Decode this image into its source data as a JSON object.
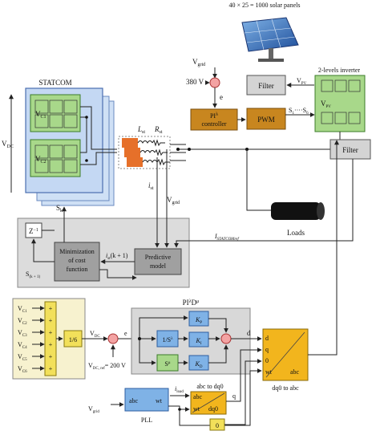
{
  "solar": {
    "caption": "40 × 25 = 1000 solar panels"
  },
  "statcom": {
    "title": "STATCOM",
    "vdc": "V",
    "vdc_sub": "DC",
    "vc1": "V",
    "vc1_sub": "C1",
    "vc2": "V",
    "vc2_sub": "C2"
  },
  "filter_line": {
    "lst": "L",
    "lst_sub": "st",
    "rst": "R",
    "rst_sub": "st",
    "ist": "i",
    "ist_sub": "st",
    "vgrid": "V",
    "vgrid_sub": "grid"
  },
  "grid_ctrl": {
    "vgrid": "V",
    "vgrid_sub": "grid",
    "v380": "380 V",
    "e": "e",
    "pi_line1": "PI",
    "pi_sup": "λ",
    "pi_line2": "controller",
    "pwm": "PWM",
    "s_label": "S",
    "s_range": "1",
    "s_dots": "····S",
    "s_end": "6"
  },
  "inverter": {
    "title": "2-levels inverter",
    "filter_top": "Filter",
    "filter_bottom": "Filter",
    "vpv": "V",
    "vpv_sub": "PV",
    "vpv_inner": "V",
    "vpv_inner_sub": "PV"
  },
  "loads": {
    "label": "Loads"
  },
  "mpc": {
    "z_inv": "Z",
    "z_sup": "−1",
    "sk": "S",
    "sk_sub": "k",
    "sk1": "S",
    "sk1_sub": "(k + 1)",
    "min_line1": "Minimization",
    "min_line2": "of cost",
    "min_line3": "function",
    "ist_pred": "i",
    "ist_pred_sub": "st",
    "ist_pred_tail": "(k + 1)",
    "pred_line1": "Predictive",
    "pred_line2": "model",
    "iref": "I",
    "iref_sub": "STATCOMref"
  },
  "dc_ctrl": {
    "vcs": [
      "C1",
      "C2",
      "C3",
      "C4",
      "C5",
      "C6"
    ],
    "v_prefix": "V",
    "plus": "+",
    "gain": "1/6",
    "vdc": "V",
    "vdc_sub": "DC",
    "e": "e",
    "vref": "V",
    "vref_sub": "DC, ref",
    "vref_val": "= 200 V",
    "piad_title": "PI",
    "piad_sup1": "λ",
    "piad_mid": "D",
    "piad_sup2": "μ",
    "kp": "K",
    "kp_sub": "P",
    "ki": "K",
    "ki_sub": "I",
    "kd": "K",
    "kd_sub": "D",
    "int": "1/S",
    "int_sup": "λ",
    "der": "S",
    "der_sup": "μ",
    "d_out": "d"
  },
  "dq": {
    "inv_title": "dq0 to abc",
    "d": "d",
    "q": "q",
    "zero": "0",
    "wt": "wt",
    "abc": "abc",
    "fwd_title": "abc to dq0",
    "fwd_abc": "abc",
    "fwd_wt": "wt",
    "fwd_dq0": "dq0",
    "iload": "i",
    "iload_sub": "load",
    "q_line": "q",
    "const0": "0",
    "pll": "PLL",
    "pll_abc": "abc",
    "pll_wt": "wt",
    "vgrid": "V",
    "vgrid_sub": "grid"
  }
}
